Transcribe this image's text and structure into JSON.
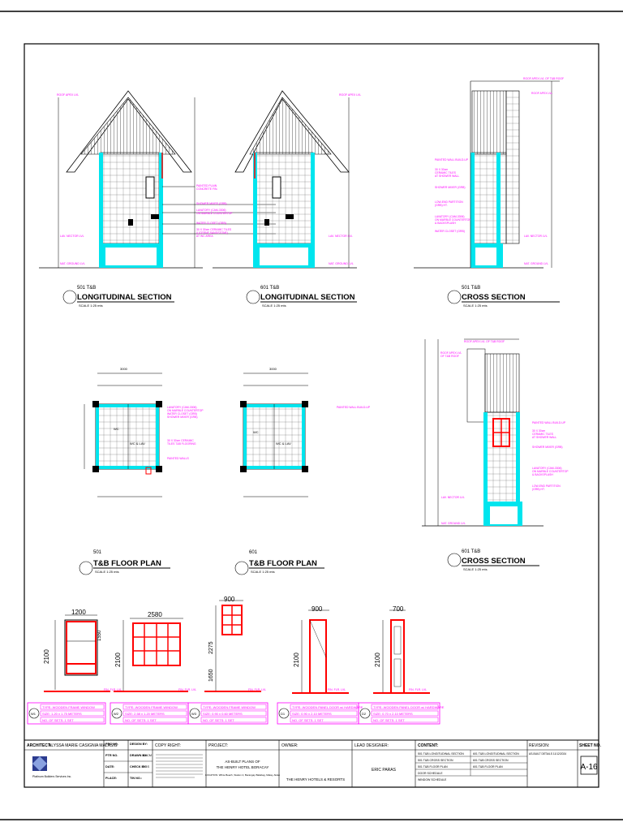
{
  "sections": {
    "s501_long": {
      "num": "501 T&B",
      "title": "LONGITUDINAL SECTION",
      "scale": "SCALE 1:25 mts"
    },
    "s601_long": {
      "num": "601 T&B",
      "title": "LONGITUDINAL SECTION",
      "scale": "SCALE 1:25 mts"
    },
    "s501_cross": {
      "num": "501 T&B",
      "title": "CROSS SECTION",
      "scale": "SCALE 1:25 mts"
    },
    "s601_cross": {
      "num": "601 T&B",
      "title": "CROSS SECTION",
      "scale": "SCALE 1:25 mts"
    },
    "p501": {
      "num": "501",
      "title": "T&B FLOOR PLAN",
      "scale": "SCALE 1:25 mts"
    },
    "p601": {
      "num": "601",
      "title": "T&B FLOOR PLAN",
      "scale": "SCALE 1:25 mts"
    }
  },
  "elevations": {
    "w1": {
      "width": "1200",
      "height": "2100"
    },
    "w2": {
      "width": "2580",
      "height": "2100"
    },
    "w3": {
      "width": "900",
      "height": "2275",
      "sill": "1650"
    },
    "d1": {
      "width": "900",
      "height": "2100"
    },
    "d2": {
      "width": "700",
      "height": "2100"
    },
    "ffl": "FIN. FLR. LVL"
  },
  "schedule": [
    {
      "mark": "W1",
      "type": "TYPE: WOODEN FRAME WINDOW",
      "size": "SIZE: 1.20 x 1.75 METERS",
      "qty": "NO. OF SETS: 1 SET"
    },
    {
      "mark": "W2",
      "type": "TYPE: WOODEN FRAME WINDOW",
      "size": "SIZE: 2.58 x 1.20 METERS",
      "qty": "NO. OF SETS: 1 SET"
    },
    {
      "mark": "W3",
      "type": "TYPE: WOODEN FRAME WINDOW",
      "size": "SIZE: 0.90 x 0.60 METERS",
      "qty": "NO. OF SETS: 1 SET"
    },
    {
      "mark": "D1",
      "type": "TYPE: WOODEN PANEL DOOR w/ HARDWARE",
      "size": "SIZE: 0.90 x 2.10 METERS",
      "qty": "NO. OF SETS: 1 SET"
    },
    {
      "mark": "D2",
      "type": "TYPE: WOODEN PANEL DOOR w/ HARDWARE",
      "size": "SIZE: 0.70 x 2.10 METERS",
      "qty": "NO. OF SETS: 1 SET"
    }
  ],
  "title_block": {
    "architect_label": "ARCHITECT:",
    "architect_name": "ALYSSA MARIE CASIGNIA MALASIG",
    "firm": "Platinum Builders Services Inc.",
    "prc_label": "PRC NO.",
    "ptr_label": "PTR NO.",
    "date_label": "DATE:",
    "place_label": "PLACE:",
    "designed_label": "DESIGN BY:",
    "drawn_label": "DRAWN BY:",
    "drawn_val": "AACM",
    "checked_label": "CHECK BY:",
    "checked_val": "EGS",
    "tin_label": "TIN NO.:",
    "copyright_label": "COPY RIGHT:",
    "project_label": "PROJECT:",
    "project_line1": "AS-BUILT PLANS OF",
    "project_line2": "THE HENRY HOTEL BORACAY",
    "location": "LOCATION: White Beach, Station 2, Barangay Balabag, Malay, Aklan",
    "owner_label": "OWNER:",
    "owner_name": "THE HENRY HOTELS & RESORTS",
    "designer_label": "LEAD DESIGNER:",
    "designer_name": "ERIC PARAS",
    "content_label": "CONTENT:",
    "content_items": [
      "501 T&B LONGITUDINAL SECTION",
      "501 T&B CROSS SECTION",
      "501 T&B FLOOR PLAN",
      "DOOR SCHEDULE",
      "WINDOW SCHEDULE"
    ],
    "content_items2": [
      "601 T&B LONGITUDINAL SECTION",
      "601 T&B CROSS SECTION",
      "601 T&B FLOOR PLAN"
    ],
    "revision_label": "REVISION:",
    "revision_val": "AS-BUILT DETAILS 11/12/2024",
    "sheet_label": "SHEET NO.",
    "sheet_no": "A-16"
  },
  "colors": {
    "cyan": "#00e5ee",
    "magenta": "#ff00ff",
    "red": "#ff0000",
    "black": "#000000"
  }
}
